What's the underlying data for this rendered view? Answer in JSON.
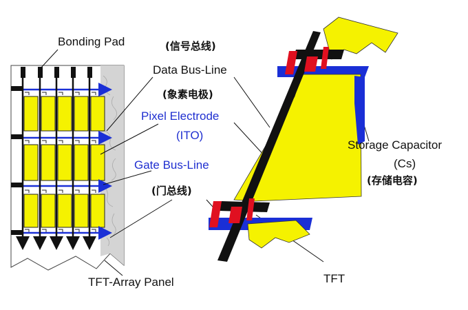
{
  "labels": {
    "bonding_pad": "Bonding Pad",
    "data_bus_zh": "(信号总线)",
    "data_bus_en": "Data Bus-Line",
    "pixel_zh": "(象素电极)",
    "pixel_en": "Pixel Electrode",
    "pixel_ito": "(ITO)",
    "gate_bus_en": "Gate Bus-Line",
    "gate_bus_zh": "(门总线)",
    "storage_en": "Storage Capacitor",
    "storage_cs": "(Cs)",
    "storage_zh": "(存储电容)",
    "tft_array": "TFT-Array Panel",
    "tft": "TFT"
  },
  "colors": {
    "bus_black": "#111111",
    "gate_blue": "#1a2fd6",
    "ito_yellow": "#f5f200",
    "tft_red": "#e01020",
    "panel_gray": "#d4d4d4"
  }
}
